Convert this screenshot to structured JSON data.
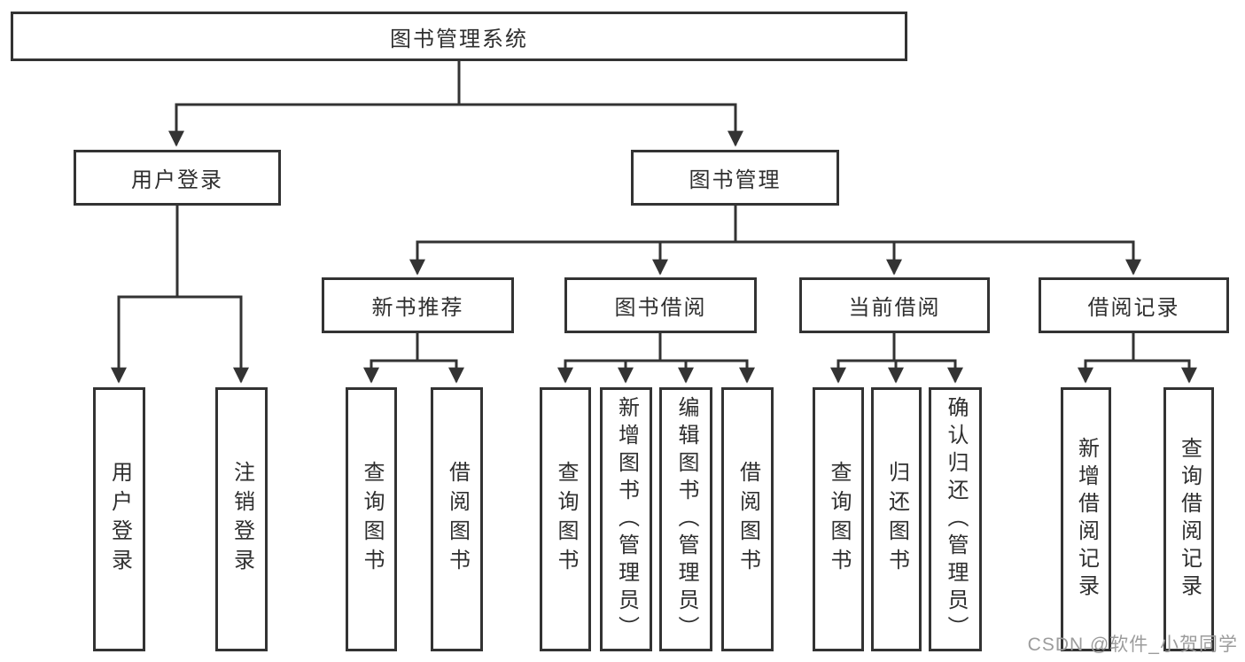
{
  "nodes": {
    "root": "图书管理系统",
    "user_login": "用户登录",
    "book_mgmt": "图书管理",
    "new_book_rec": "新书推荐",
    "book_borrow": "图书借阅",
    "current_borrow": "当前借阅",
    "borrow_records": "借阅记录",
    "ul_user_login": "用户登录",
    "ul_logout": "注销登录",
    "nr_query_book": "查询图书",
    "nr_borrow_book": "借阅图书",
    "bb_query_book": "查询图书",
    "bb_add_book": "新增图书（管理员）",
    "bb_edit_book": "编辑图书（管理员）",
    "bb_borrow_book": "借阅图书",
    "cb_query_book": "查询图书",
    "cb_return_book": "归还图书",
    "cb_confirm_return": "确认归还（管理员）",
    "br_add_record": "新增借阅记录",
    "br_query_record": "查询借阅记录"
  },
  "watermark": {
    "text": "CSDN @软件_小贺同学",
    "color": "#9c9c9c"
  },
  "colors": {
    "line": "#333333",
    "box_border": "#333333",
    "text": "#2f2f2f",
    "background": "#ffffff"
  }
}
